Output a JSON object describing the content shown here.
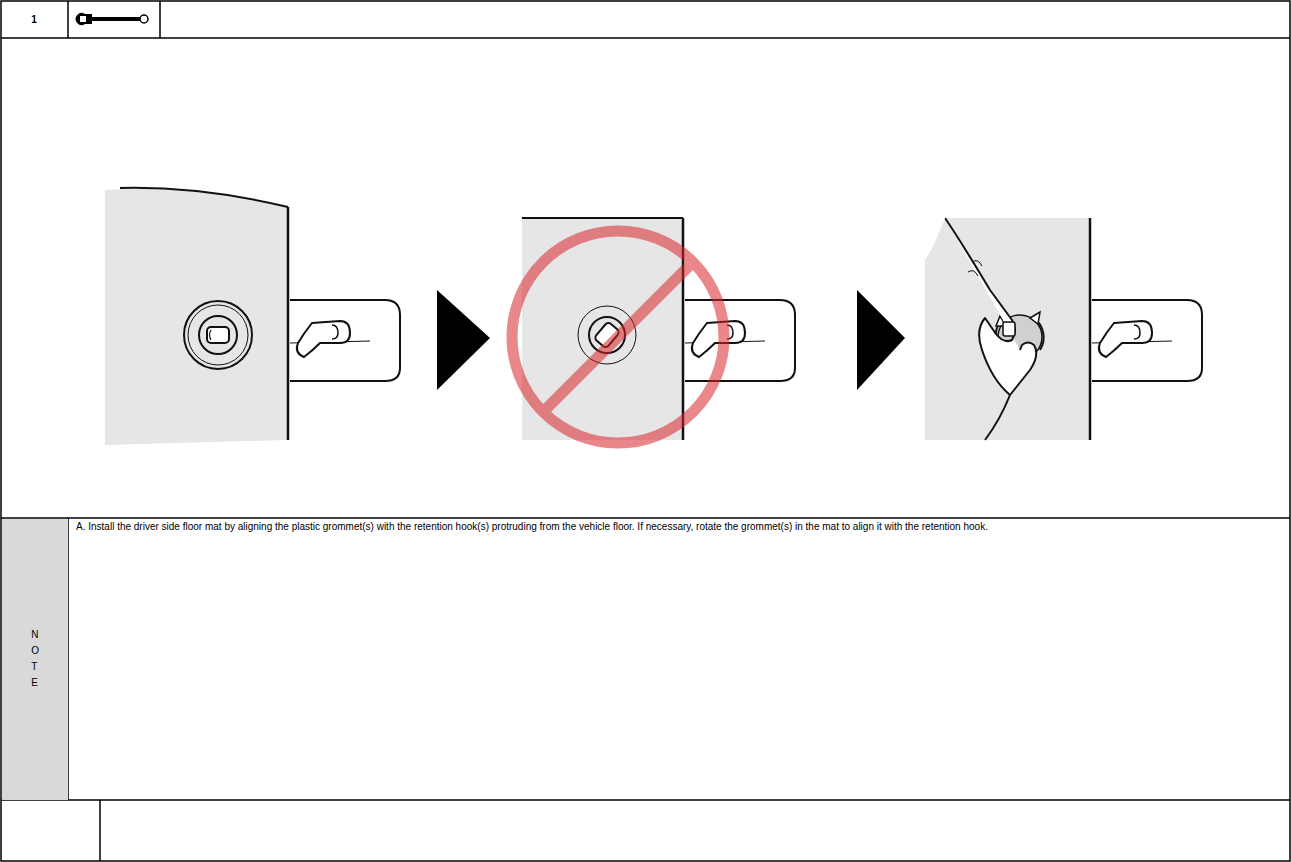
{
  "diagram": {
    "labels": [
      "1",
      "N O T E",
      "A. Install the driver side floor mat by aligning the plastic grommet(s) with the retention hook(s) protruding from the vehicle floor. If necessary, rotate the grommet(s) in the mat to align it with the retention hook."
    ]
  }
}
